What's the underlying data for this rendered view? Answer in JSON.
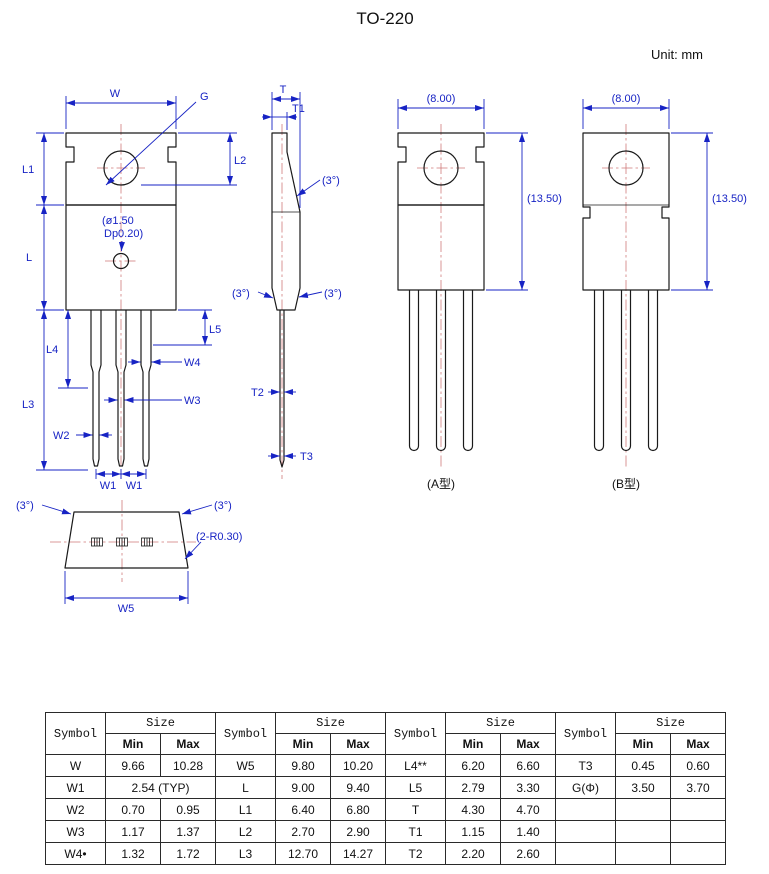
{
  "page": {
    "title": "TO-220",
    "unit": "Unit: mm"
  },
  "front_view": {
    "dim_w": "W",
    "dim_g": "G",
    "dim_l2": "L2",
    "dim_l1": "L1",
    "dim_l": "L",
    "hole_note_line1": "(ø1.50",
    "hole_note_line2": "Dp0.20)",
    "dim_l5": "L5",
    "dim_l4": "L4",
    "dim_w4": "W4",
    "dim_w3": "W3",
    "dim_l3": "L3",
    "dim_w2": "W2",
    "dim_w1_left": "W1",
    "dim_w1_right": "W1"
  },
  "side_view": {
    "dim_t": "T",
    "dim_t1": "T1",
    "angle_upper": "(3°)",
    "angle_lower_left": "(3°)",
    "angle_lower_right": "(3°)",
    "dim_t2": "T2",
    "dim_t3": "T3"
  },
  "type_a_view": {
    "dim_width": "(8.00)",
    "dim_height": "(13.50)",
    "caption": "(A型)"
  },
  "type_b_view": {
    "dim_width": "(8.00)",
    "dim_height": "(13.50)",
    "caption": "(B型)"
  },
  "bottom_view": {
    "angle_left": "(3°)",
    "angle_right": "(3°)",
    "radius_note": "(2-R0.30)",
    "dim_w5": "W5"
  },
  "table": {
    "symbol_header": "Symbol",
    "size_header": "Size",
    "min_header": "Min",
    "max_header": "Max",
    "rows": [
      [
        "W",
        "9.66",
        "10.28",
        "W5",
        "9.80",
        "10.20",
        "L4**",
        "6.20",
        "6.60",
        "T3",
        "0.45",
        "0.60"
      ],
      [
        "W1",
        "2.54 (TYP)",
        "L",
        "9.00",
        "9.40",
        "L5",
        "2.79",
        "3.30",
        "G(Φ)",
        "3.50",
        "3.70"
      ],
      [
        "W2",
        "0.70",
        "0.95",
        "L1",
        "6.40",
        "6.80",
        "T",
        "4.30",
        "4.70",
        "",
        "",
        ""
      ],
      [
        "W3",
        "1.17",
        "1.37",
        "L2",
        "2.70",
        "2.90",
        "T1",
        "1.15",
        "1.40",
        "",
        "",
        ""
      ],
      [
        "W4•",
        "1.32",
        "1.72",
        "L3",
        "12.70",
        "14.27",
        "T2",
        "2.20",
        "2.60",
        "",
        "",
        ""
      ]
    ]
  }
}
